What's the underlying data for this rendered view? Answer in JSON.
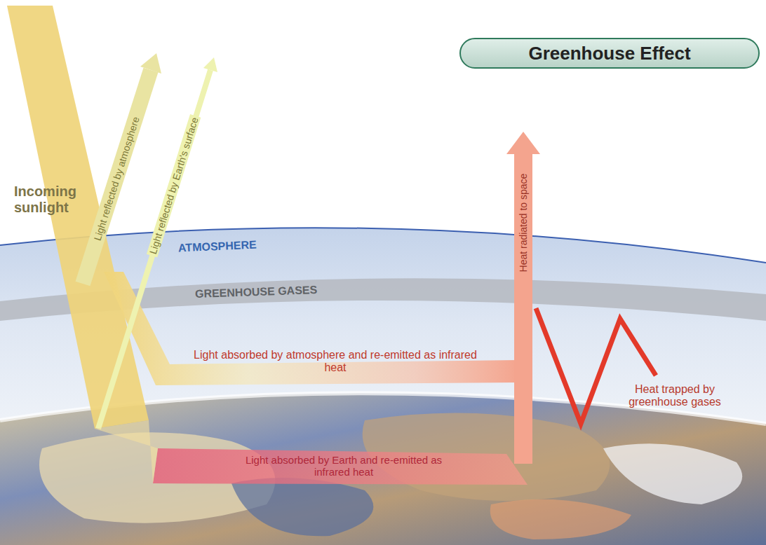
{
  "diagram": {
    "title": "Greenhouse Effect",
    "labels": [
      "Incoming sunlight",
      "Light reflected by atmosphere",
      "Light reflected by Earth's surface",
      "ATMOSPHERE",
      "GREENHOUSE GASES",
      "Light absorbed by atmosphere and re-emitted as infrared heat",
      "Heat radiated to space",
      "Heat trapped by greenhouse gases",
      "Light absorbed by Earth and re-emitted as infrared heat"
    ]
  }
}
